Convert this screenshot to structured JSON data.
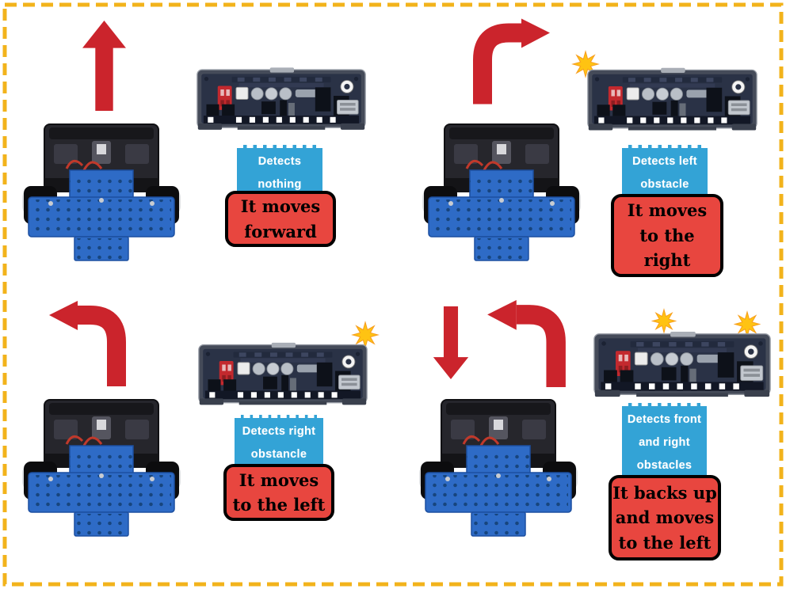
{
  "title": "Robot obstacle-avoidance behaviour chart",
  "colors": {
    "border_yellow": "#F2B31B",
    "arrow_red": "#CB242C",
    "condition_blue": "#33A3D6",
    "action_red": "#E8463F",
    "star_yellow": "#FFC312",
    "robot_blue": "#2E6BC6",
    "board_navy": "#2A3246"
  },
  "quadrants": [
    {
      "name": "move-forward",
      "arrows": [
        "up"
      ],
      "stars": [],
      "condition": "Detects\nnothing",
      "action": "It moves\nforward"
    },
    {
      "name": "turn-right",
      "arrows": [
        "curve-right"
      ],
      "stars": [
        "left-of-board"
      ],
      "condition": "Detects left\nobstacle",
      "action": "It moves\nto the\nright"
    },
    {
      "name": "turn-left",
      "arrows": [
        "curve-left"
      ],
      "stars": [
        "right-of-board"
      ],
      "condition": "Detects right\nobstancle",
      "action": "It moves\nto the left"
    },
    {
      "name": "back-up-turn-left",
      "arrows": [
        "down",
        "curve-left"
      ],
      "stars": [
        "front-of-board",
        "right-of-board"
      ],
      "condition": "Detects front\nand right\nobstacles",
      "action": "It backs up\nand moves\nto the left"
    }
  ]
}
